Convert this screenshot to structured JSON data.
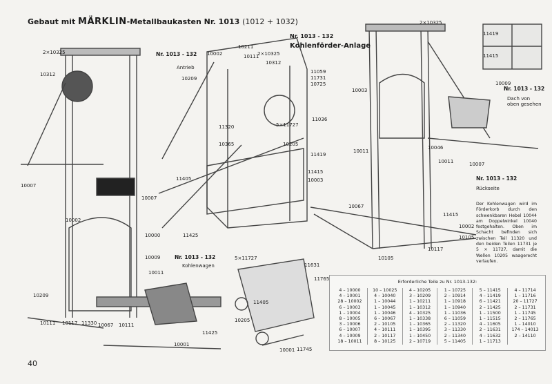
{
  "header": {
    "prefix": "Gebaut mit ",
    "brand": "MÄRKLIN",
    "suffix": "-Metallbaukasten Nr. 1013 ",
    "paren": "(1012 + 1032)"
  },
  "main_title": {
    "number": "Nr. 1013 - 132",
    "name": "Kohlenförder-Anlage"
  },
  "sub_views": [
    {
      "number": "Nr. 1013 - 132",
      "label": "Antrieb"
    },
    {
      "number": "Nr. 1013 - 132",
      "label": "Kohlenwagen"
    },
    {
      "number": "Nr. 1013 - 132",
      "label": "Dach von oben gesehen"
    },
    {
      "number": "Nr. 1013 - 132",
      "label": "Rückseite"
    }
  ],
  "callouts": [
    "2×10325",
    "10312",
    "10007",
    "10007",
    "10002",
    "10000",
    "10009",
    "10011",
    "10209",
    "10111",
    "10117",
    "11330",
    "10067",
    "10111",
    "11425",
    "10001",
    "10002",
    "10211",
    "10111",
    "2×10325",
    "10312",
    "10209",
    "11059",
    "11731",
    "10725",
    "11036",
    "11320",
    "10365",
    "5×11727",
    "10205",
    "11419",
    "11415",
    "10003",
    "11405",
    "11425",
    "5×11727",
    "11631",
    "11765",
    "11405",
    "10205",
    "10001",
    "11745",
    "2×10325",
    "11419",
    "11415",
    "10009",
    "10003",
    "10011",
    "10046",
    "10011",
    "10007",
    "10067",
    "11415",
    "10002",
    "10105",
    "10117",
    "10105"
  ],
  "note": "Der Kohlenwagen wird im Förderkorb durch den schwenkbaren Hebel 10044 am Doppelwinkel 10040 festgehalten. Oben im Schacht befinden sich zwischen Teil 11320 und den beiden Teilen 11731 je 5 × 11727, damit die Wellen 10205 waagerecht verlaufen.",
  "parts_table": {
    "caption": "Erforderliche Teile zu Nr. 1013-132:",
    "columns": [
      [
        "4 – 10000",
        "4 – 10001",
        "28 – 10002",
        "6 – 10003",
        "1 – 10004",
        "8 – 10005",
        "3 – 10006",
        "6 – 10007",
        "4 – 10009",
        "18 – 10011"
      ],
      [
        "10 – 10025",
        "4 – 10040",
        "1 – 10044",
        "1 – 10045",
        "1 – 10046",
        "6 – 10067",
        "2 – 10105",
        "4 – 10111",
        "2 – 10117",
        "8 – 10125"
      ],
      [
        "4 – 10205",
        "3 – 10209",
        "1 – 10211",
        "1 – 10312",
        "4 – 10325",
        "1 – 10338",
        "1 – 10365",
        "1 – 10395",
        "1 – 10450",
        "2 – 10719"
      ],
      [
        "1 – 10725",
        "2 – 10914",
        "1 – 10918",
        "1 – 10940",
        "1 – 11036",
        "6 – 11059",
        "2 – 11320",
        "3 – 11330",
        "2 – 11340",
        "5 – 11405"
      ],
      [
        "5 – 11415",
        "4 – 11419",
        "6 – 11421",
        "2 – 11425",
        "1 – 11500",
        "1 – 11515",
        "4 – 11605",
        "2 – 11631",
        "4 – 11632",
        "1 – 11713"
      ],
      [
        "4 – 11714",
        "1 – 11716",
        "20 – 11727",
        "2 – 11731",
        "1 – 11745",
        "2 – 11765",
        "1 – 14010",
        "174 – 14013",
        "2 – 14110"
      ]
    ]
  },
  "page_number": "40"
}
